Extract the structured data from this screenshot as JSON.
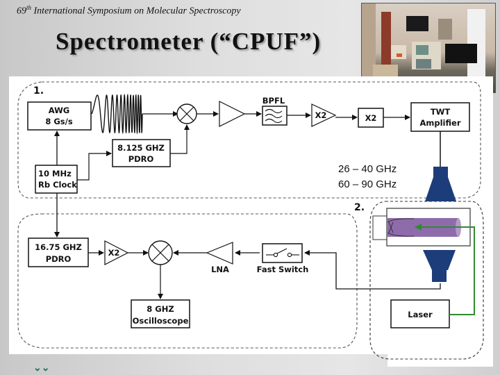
{
  "header": {
    "conference_prefix": "69",
    "conference_suffix": "th",
    "conference_rest": " International Symposium on Molecular Spectroscopy",
    "title": "Spectrometer (“CPUF”)"
  },
  "photo": {
    "description": "lab-photo",
    "alt": "Photo of spectrometer lab setup"
  },
  "diagram": {
    "section1_label": "1.",
    "section2_label": "2.",
    "awg": {
      "line1": "AWG",
      "line2": "8 Gs/s"
    },
    "rb_clock": {
      "line1": "10 MHz",
      "line2": "Rb Clock"
    },
    "pdro1": {
      "line1": "8.125 GHZ",
      "line2": "PDRO"
    },
    "bpfl_label": "BPFL",
    "multiplier_amp_label": "X2",
    "multiplier_box_label": "X2",
    "twt": {
      "line1": "TWT",
      "line2": "Amplifier"
    },
    "freq_ranges": [
      "26 – 40 GHz",
      "60 – 90 GHz"
    ],
    "pdro2": {
      "line1": "16.75 GHZ",
      "line2": "PDRO"
    },
    "rx_multiplier_label": "X2",
    "lna_label": "LNA",
    "fast_switch_label": "Fast Switch",
    "oscilloscope": {
      "line1": "8 GHZ",
      "line2": "Oscilloscope"
    },
    "laser_label": "Laser",
    "colors": {
      "horn": "#1d3d7a",
      "sample_cell": "#8e6bab",
      "laser_beam": "#2e8b2e"
    }
  }
}
